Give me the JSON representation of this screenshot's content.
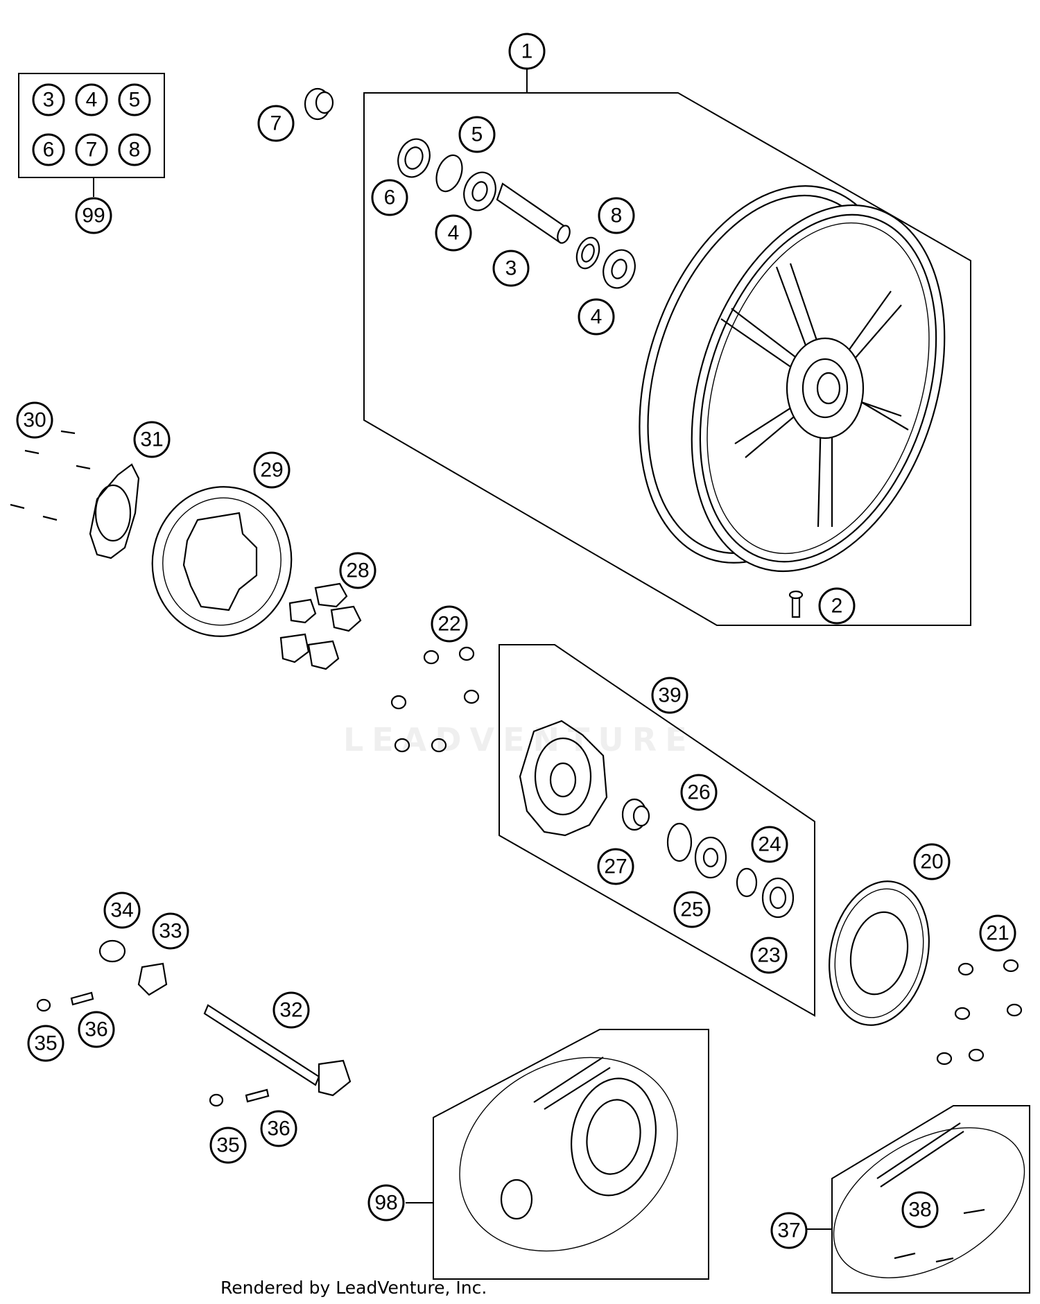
{
  "footer_text": "Rendered by LeadVenture, Inc.",
  "watermark_text": "LEADVENTURE",
  "kit_box_labels": [
    "3",
    "4",
    "5",
    "6",
    "7",
    "8"
  ],
  "callouts": [
    {
      "id": "c1",
      "label": "1"
    },
    {
      "id": "c2",
      "label": "2"
    },
    {
      "id": "c3",
      "label": "3"
    },
    {
      "id": "c4a",
      "label": "4"
    },
    {
      "id": "c4b",
      "label": "4"
    },
    {
      "id": "c5",
      "label": "5"
    },
    {
      "id": "c6",
      "label": "6"
    },
    {
      "id": "c7",
      "label": "7"
    },
    {
      "id": "c8",
      "label": "8"
    },
    {
      "id": "c99",
      "label": "99"
    },
    {
      "id": "c20",
      "label": "20"
    },
    {
      "id": "c21",
      "label": "21"
    },
    {
      "id": "c22",
      "label": "22"
    },
    {
      "id": "c23",
      "label": "23"
    },
    {
      "id": "c24",
      "label": "24"
    },
    {
      "id": "c25",
      "label": "25"
    },
    {
      "id": "c26",
      "label": "26"
    },
    {
      "id": "c27",
      "label": "27"
    },
    {
      "id": "c28",
      "label": "28"
    },
    {
      "id": "c29",
      "label": "29"
    },
    {
      "id": "c30",
      "label": "30"
    },
    {
      "id": "c31",
      "label": "31"
    },
    {
      "id": "c32",
      "label": "32"
    },
    {
      "id": "c33",
      "label": "33"
    },
    {
      "id": "c34",
      "label": "34"
    },
    {
      "id": "c35a",
      "label": "35"
    },
    {
      "id": "c35b",
      "label": "35"
    },
    {
      "id": "c36a",
      "label": "36"
    },
    {
      "id": "c36b",
      "label": "36"
    },
    {
      "id": "c37",
      "label": "37"
    },
    {
      "id": "c38",
      "label": "38"
    },
    {
      "id": "c39",
      "label": "39"
    },
    {
      "id": "c98",
      "label": "98"
    }
  ]
}
